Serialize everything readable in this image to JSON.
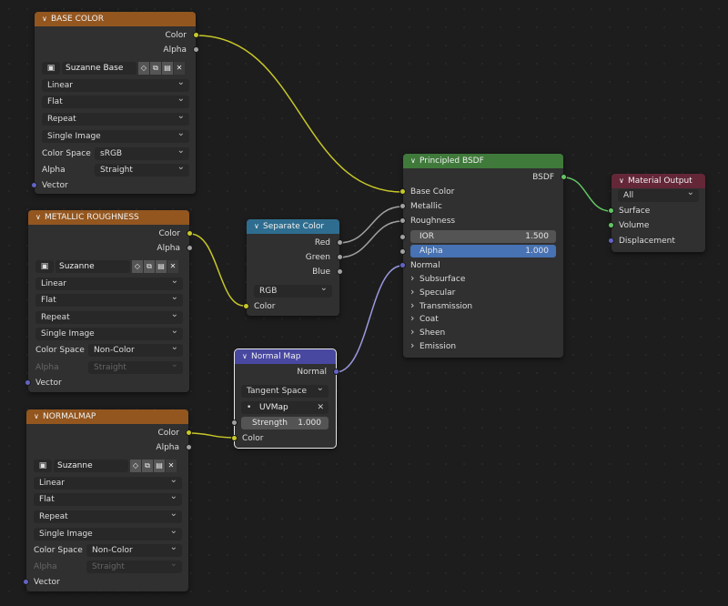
{
  "base_color_node": {
    "title": "BASE COLOR",
    "outputs": [
      "Color",
      "Alpha"
    ],
    "image_name": "Suzanne Base C...",
    "interpolation": "Linear",
    "projection": "Flat",
    "extension": "Repeat",
    "source": "Single Image",
    "color_space_label": "Color Space",
    "color_space": "sRGB",
    "alpha_label": "Alpha",
    "alpha_mode": "Straight",
    "input": "Vector"
  },
  "metallic_node": {
    "title": "METALLIC ROUGHNESS",
    "outputs": [
      "Color",
      "Alpha"
    ],
    "image_name": "Suzanne Metalli...",
    "interpolation": "Linear",
    "projection": "Flat",
    "extension": "Repeat",
    "source": "Single Image",
    "color_space_label": "Color Space",
    "color_space": "Non-Color",
    "alpha_label": "Alpha",
    "alpha_mode": "Straight",
    "input": "Vector"
  },
  "normalmap_tex_node": {
    "title": "NORMALMAP",
    "outputs": [
      "Color",
      "Alpha"
    ],
    "image_name": "Suzanne Normal...",
    "interpolation": "Linear",
    "projection": "Flat",
    "extension": "Repeat",
    "source": "Single Image",
    "color_space_label": "Color Space",
    "color_space": "Non-Color",
    "alpha_label": "Alpha",
    "alpha_mode": "Straight",
    "input": "Vector"
  },
  "separate_node": {
    "title": "Separate Color",
    "outputs": [
      "Red",
      "Green",
      "Blue"
    ],
    "mode": "RGB",
    "input": "Color"
  },
  "normal_map_node": {
    "title": "Normal Map",
    "output": "Normal",
    "space": "Tangent Space",
    "uv_map": "UVMap",
    "strength_label": "Strength",
    "strength_value": "1.000",
    "input": "Color"
  },
  "bsdf_node": {
    "title": "Principled BSDF",
    "output": "BSDF",
    "base_color": "Base Color",
    "metallic": "Metallic",
    "roughness": "Roughness",
    "ior_label": "IOR",
    "ior_value": "1.500",
    "alpha_label": "Alpha",
    "alpha_value": "1.000",
    "normal": "Normal",
    "panels": [
      "Subsurface",
      "Specular",
      "Transmission",
      "Coat",
      "Sheen",
      "Emission"
    ]
  },
  "output_node": {
    "title": "Material Output",
    "target": "All",
    "inputs": [
      "Surface",
      "Volume",
      "Displacement"
    ]
  },
  "colors": {
    "texture_header": "#93561f",
    "converter_header": "#2e6d8f",
    "shader_header": "#3f7a3a",
    "output_header": "#632737",
    "vector_header": "#4848a1",
    "color_socket": "#c7c729",
    "float_socket": "#a1a1a1",
    "vector_socket": "#6363c7",
    "shader_socket": "#63c763"
  }
}
